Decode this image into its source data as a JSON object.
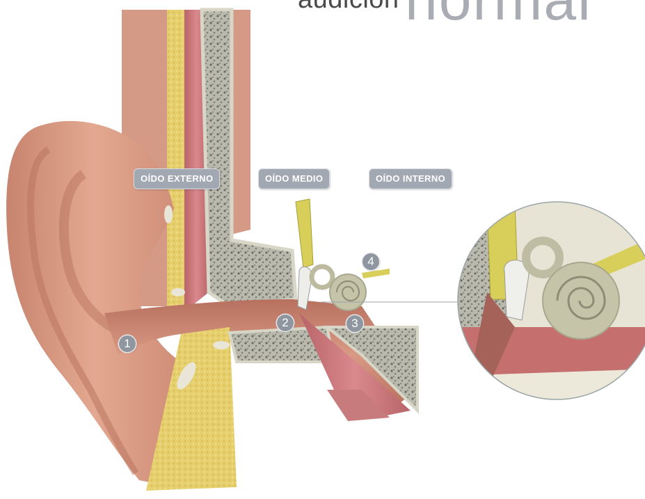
{
  "title": {
    "prefix": "audición",
    "main": "normal"
  },
  "sections": {
    "outer": "OÍDO EXTERNO",
    "middle": "OÍDO MEDIO",
    "inner": "OÍDO INTERNO"
  },
  "markers": [
    "1",
    "2",
    "3",
    "4"
  ],
  "colors": {
    "skin": "#d99a84",
    "fat": "#e8d27a",
    "muscle": "#c4777a",
    "bone": "#c9c8b6",
    "nerve": "#d8cf5a",
    "label_bg": "#a1a8b2",
    "marker_bg": "#8f969f"
  }
}
